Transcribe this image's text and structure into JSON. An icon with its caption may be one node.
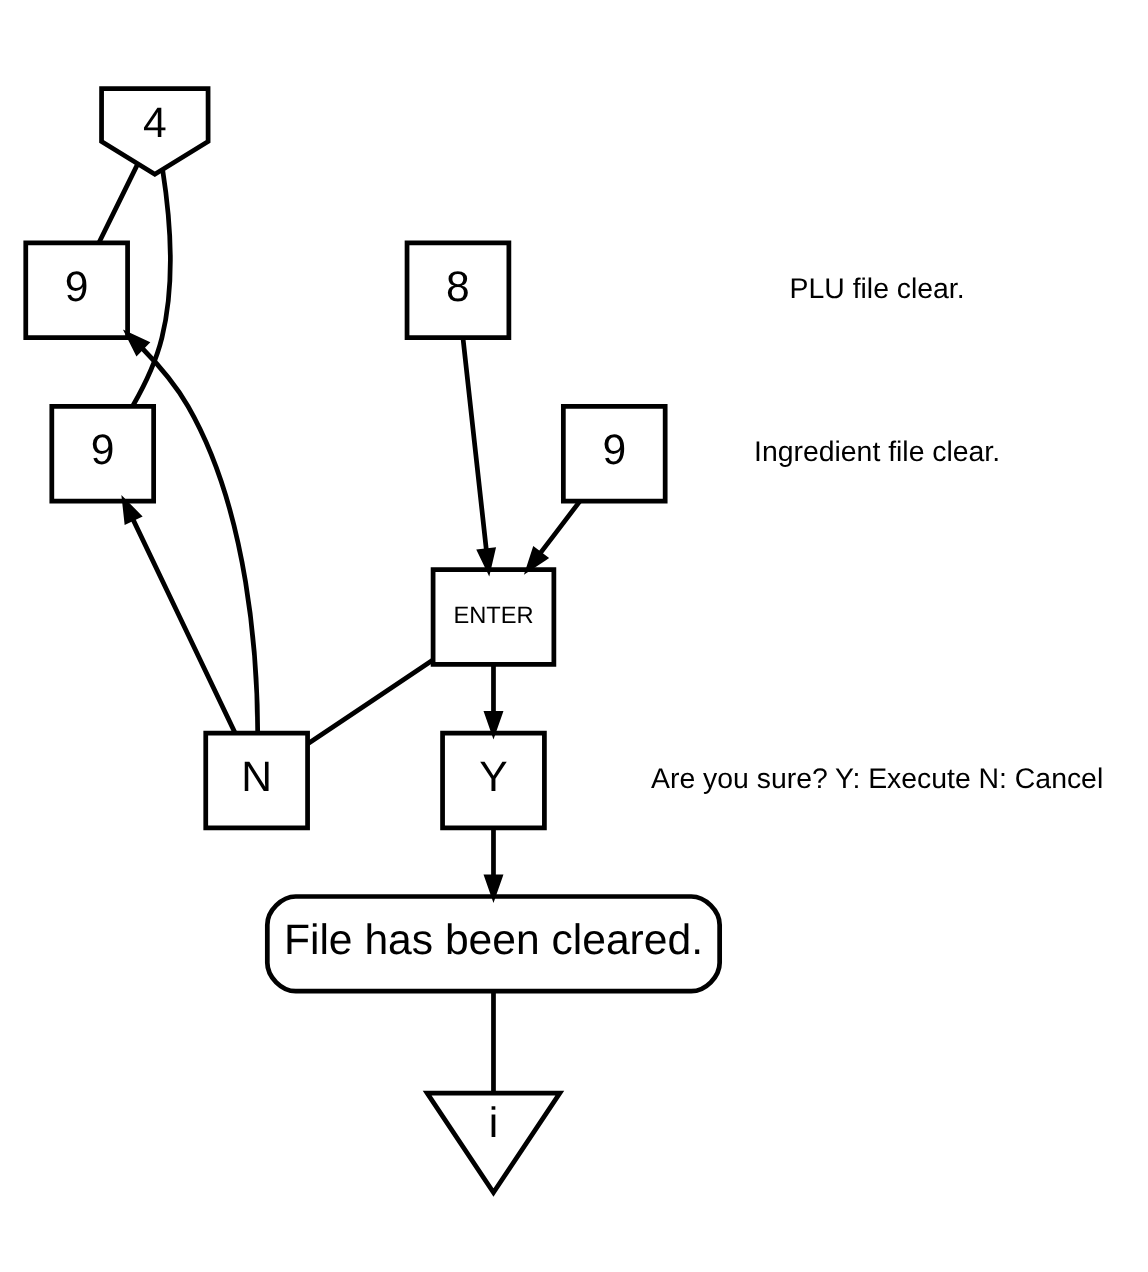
{
  "diagram": {
    "nodes": [
      {
        "text": [
          "4"
        ]
      },
      {
        "text": [
          "9"
        ]
      },
      {
        "text": [
          "8"
        ]
      },
      {
        "text": [
          "9"
        ]
      },
      {
        "text": [
          "9"
        ]
      },
      {
        "text": [
          "ENTER"
        ]
      },
      {
        "text": [
          "N"
        ]
      },
      {
        "text": [
          "Y"
        ]
      },
      {
        "text": [
          "File has been cleared."
        ]
      },
      {
        "text": [
          "i"
        ]
      }
    ],
    "edges": [
      {
        "from": 0,
        "to": 1,
        "arrow": "none"
      },
      {
        "from": 0,
        "to": 3,
        "arrow": "none"
      },
      {
        "from": 6,
        "to": 1,
        "arrow": "to"
      },
      {
        "from": 6,
        "to": 3,
        "arrow": "to"
      },
      {
        "from": 2,
        "to": 5,
        "arrow": "to"
      },
      {
        "from": 4,
        "to": 5,
        "arrow": "to"
      },
      {
        "from": 5,
        "to": 6,
        "arrow": "none"
      },
      {
        "from": 5,
        "to": 7,
        "arrow": "to"
      },
      {
        "from": 7,
        "to": 8,
        "arrow": "to"
      },
      {
        "from": 8,
        "to": 9,
        "arrow": "none"
      }
    ],
    "labels": [
      "PLU file clear.",
      "Ingredient file clear.",
      "Are you sure? Y: Execute N: Cancel"
    ]
  }
}
